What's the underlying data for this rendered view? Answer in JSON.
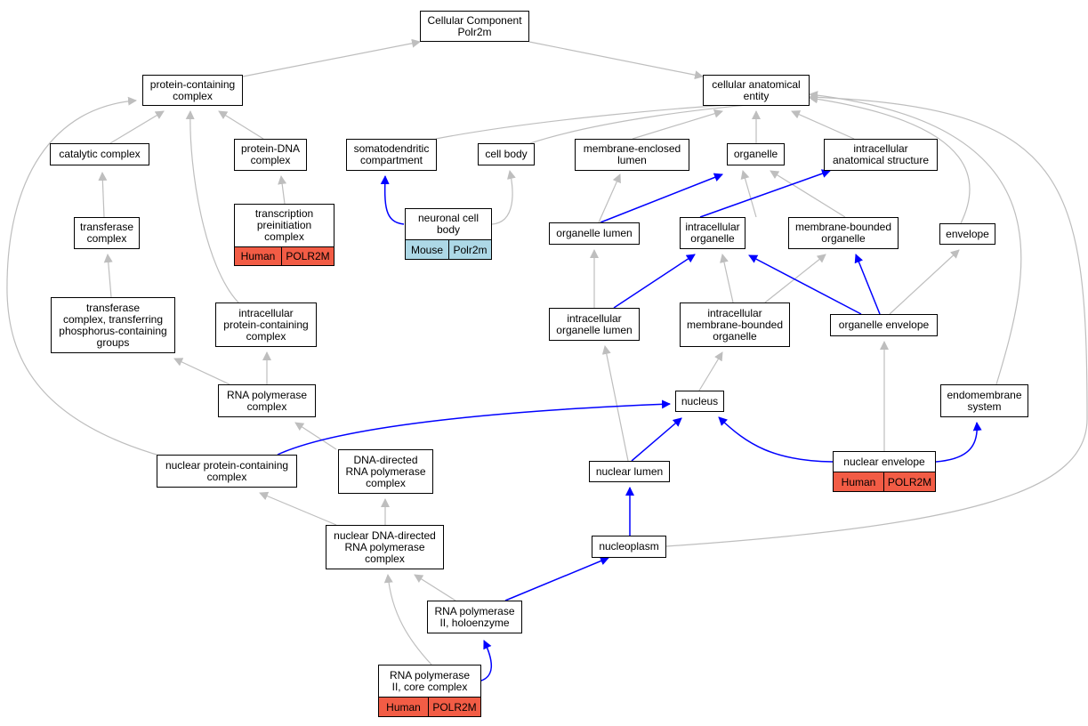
{
  "colors": {
    "ancestor_edge": "#bebebe",
    "highlight_edge": "#0000ff",
    "human_badge": "#f25c45",
    "mouse_badge": "#add8e6"
  },
  "nodes": {
    "root": "Cellular Component\nPolr2m",
    "protein_containing_complex": "protein-containing\ncomplex",
    "cellular_anatomical_entity": "cellular anatomical\nentity",
    "catalytic_complex": "catalytic complex",
    "protein_dna_complex": "protein-DNA\ncomplex",
    "somatodendritic_compartment": "somatodendritic\ncompartment",
    "cell_body": "cell body",
    "membrane_enclosed_lumen": "membrane-enclosed\nlumen",
    "organelle": "organelle",
    "intracellular_anatomical_structure": "intracellular\nanatomical structure",
    "transferase_complex": "transferase\ncomplex",
    "transcription_preinitiation_complex": "transcription\npreinitiation\ncomplex",
    "neuronal_cell_body": "neuronal cell\nbody",
    "organelle_lumen": "organelle lumen",
    "intracellular_organelle": "intracellular\norganelle",
    "membrane_bounded_organelle": "membrane-bounded\norganelle",
    "envelope": "envelope",
    "transferase_complex_phosphorus": "transferase\ncomplex, transferring\nphosphorus-containing\ngroups",
    "intracellular_protein_containing_complex": "intracellular\nprotein-containing\ncomplex",
    "intracellular_organelle_lumen": "intracellular\norganelle lumen",
    "intracellular_membrane_bounded_organelle": "intracellular\nmembrane-bounded\norganelle",
    "organelle_envelope": "organelle envelope",
    "rna_polymerase_complex": "RNA polymerase\ncomplex",
    "nucleus": "nucleus",
    "endomembrane_system": "endomembrane\nsystem",
    "nuclear_protein_containing_complex": "nuclear protein-containing\ncomplex",
    "dna_directed_rna_polymerase_complex": "DNA-directed\nRNA polymerase\ncomplex",
    "nuclear_lumen": "nuclear lumen",
    "nuclear_envelope": "nuclear envelope",
    "nuclear_dna_directed_rna_polymerase_complex": "nuclear DNA-directed\nRNA polymerase\ncomplex",
    "nucleoplasm": "nucleoplasm",
    "rna_polymerase_ii_holoenzyme": "RNA polymerase\nII, holoenzyme",
    "rna_polymerase_ii_core_complex": "RNA polymerase\nII, core complex"
  },
  "annotations": {
    "transcription_preinitiation_complex": [
      "Human",
      "POLR2M"
    ],
    "neuronal_cell_body": [
      "Mouse",
      "Polr2m"
    ],
    "nuclear_envelope": [
      "Human",
      "POLR2M"
    ],
    "rna_polymerase_ii_core_complex": [
      "Human",
      "POLR2M"
    ]
  }
}
